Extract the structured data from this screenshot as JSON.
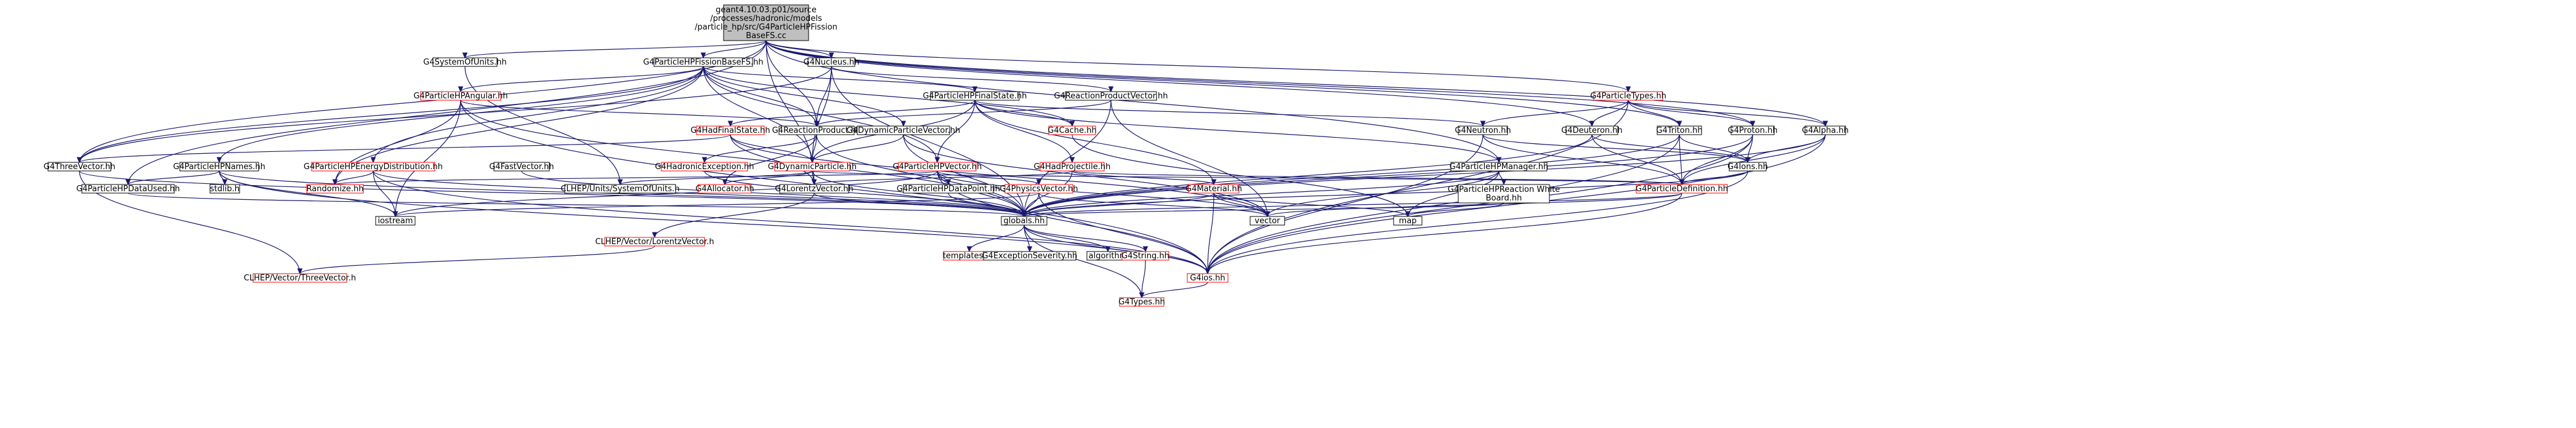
{
  "diagram": {
    "root": {
      "id": "root",
      "lines": [
        "geant4.10.03.p01/source",
        "/processes/hadronic/models",
        "/particle_hp/src/G4ParticleHPFission",
        "BaseFS.cc"
      ]
    },
    "nodes": [
      {
        "id": "G4SystemOfUnits",
        "label": "G4SystemOfUnits.hh",
        "red": false
      },
      {
        "id": "G4ParticleHPFissionBaseFS",
        "label": "G4ParticleHPFissionBaseFS.hh",
        "red": false
      },
      {
        "id": "G4Nucleus",
        "label": "G4Nucleus.hh",
        "red": false
      },
      {
        "id": "G4ParticleHPAngular",
        "label": "G4ParticleHPAngular.hh",
        "red": true
      },
      {
        "id": "G4ParticleHPFinalState",
        "label": "G4ParticleHPFinalState.hh",
        "red": false
      },
      {
        "id": "G4ReactionProductVector",
        "label": "G4ReactionProductVector.hh",
        "red": false
      },
      {
        "id": "G4ParticleTypes",
        "label": "G4ParticleTypes.hh",
        "red": true
      },
      {
        "id": "G4HadFinalState",
        "label": "G4HadFinalState.hh",
        "red": true
      },
      {
        "id": "G4ReactionProduct",
        "label": "G4ReactionProduct.hh",
        "red": false
      },
      {
        "id": "G4DynamicParticleVector",
        "label": "G4DynamicParticleVector.hh",
        "red": false
      },
      {
        "id": "G4Cache",
        "label": "G4Cache.hh",
        "red": true
      },
      {
        "id": "G4Neutron",
        "label": "G4Neutron.hh",
        "red": false
      },
      {
        "id": "G4Deuteron",
        "label": "G4Deuteron.hh",
        "red": false
      },
      {
        "id": "G4Triton",
        "label": "G4Triton.hh",
        "red": false
      },
      {
        "id": "G4Proton",
        "label": "G4Proton.hh",
        "red": false
      },
      {
        "id": "G4Alpha",
        "label": "G4Alpha.hh",
        "red": false
      },
      {
        "id": "G4ThreeVector",
        "label": "G4ThreeVector.hh",
        "red": false
      },
      {
        "id": "G4ParticleHPNames",
        "label": "G4ParticleHPNames.hh",
        "red": false
      },
      {
        "id": "G4ParticleHPEnergyDistribution",
        "label": "G4ParticleHPEnergyDistribution.hh",
        "red": true
      },
      {
        "id": "G4FastVector",
        "label": "G4FastVector.hh",
        "red": false
      },
      {
        "id": "G4HadronicException",
        "label": "G4HadronicException.hh",
        "red": true
      },
      {
        "id": "G4DynamicParticle",
        "label": "G4DynamicParticle.hh",
        "red": true
      },
      {
        "id": "G4ParticleHPVector",
        "label": "G4ParticleHPVector.hh",
        "red": true
      },
      {
        "id": "G4HadProjectile",
        "label": "G4HadProjectile.hh",
        "red": true
      },
      {
        "id": "G4Ions",
        "label": "G4Ions.hh",
        "red": false
      },
      {
        "id": "G4ParticleHPManager",
        "label": "G4ParticleHPManager.hh",
        "red": false
      },
      {
        "id": "G4ParticleHPDataUsed",
        "label": "G4ParticleHPDataUsed.hh",
        "red": false
      },
      {
        "id": "stdlib",
        "label": "stdlib.h",
        "red": false
      },
      {
        "id": "Randomize",
        "label": "Randomize.hh",
        "red": true
      },
      {
        "id": "CLHEPUnits",
        "label": "CLHEP/Units/SystemOfUnits.h",
        "red": false
      },
      {
        "id": "G4Allocator",
        "label": "G4Allocator.hh",
        "red": true
      },
      {
        "id": "G4LorentzVector",
        "label": "G4LorentzVector.hh",
        "red": false
      },
      {
        "id": "G4ParticleHPDataPoint",
        "label": "G4ParticleHPDataPoint.hh",
        "red": false
      },
      {
        "id": "G4PhysicsVector",
        "label": "G4PhysicsVector.hh",
        "red": true
      },
      {
        "id": "G4Material",
        "label": "G4Material.hh",
        "red": true
      },
      {
        "id": "G4ParticleHPReactionWhiteBoard",
        "lines": [
          "G4ParticleHPReaction White",
          "Board.hh"
        ],
        "red": false
      },
      {
        "id": "G4ParticleDefinition",
        "label": "G4ParticleDefinition.hh",
        "red": true
      },
      {
        "id": "iostream",
        "label": "iostream",
        "red": false
      },
      {
        "id": "globals",
        "label": "globals.hh",
        "red": false
      },
      {
        "id": "vector",
        "label": "vector",
        "red": false
      },
      {
        "id": "map",
        "label": "map",
        "red": false
      },
      {
        "id": "CLHEPLorentz",
        "label": "CLHEP/Vector/LorentzVector.h",
        "red": true
      },
      {
        "id": "CLHEPThree",
        "label": "CLHEP/Vector/ThreeVector.h",
        "red": true
      },
      {
        "id": "templates",
        "label": "templates.hh",
        "red": true
      },
      {
        "id": "G4ExceptionSeverity",
        "label": "G4ExceptionSeverity.hh",
        "red": false
      },
      {
        "id": "algorithm",
        "label": "algorithm",
        "red": false
      },
      {
        "id": "G4String",
        "label": "G4String.hh",
        "red": true
      },
      {
        "id": "G4ios",
        "label": "G4ios.hh",
        "red": true
      },
      {
        "id": "G4Types",
        "label": "G4Types.hh",
        "red": true
      }
    ],
    "edges": [
      [
        "root",
        "G4SystemOfUnits"
      ],
      [
        "root",
        "G4ParticleHPFissionBaseFS"
      ],
      [
        "root",
        "G4Nucleus"
      ],
      [
        "root",
        "G4ReactionProduct"
      ],
      [
        "root",
        "G4ParticleTypes"
      ],
      [
        "root",
        "G4Deuteron"
      ],
      [
        "root",
        "G4Triton"
      ],
      [
        "root",
        "G4Proton"
      ],
      [
        "root",
        "G4Alpha"
      ],
      [
        "root",
        "G4ThreeVector"
      ],
      [
        "root",
        "G4ParticleHPDataUsed"
      ],
      [
        "root",
        "G4LorentzVector"
      ],
      [
        "root",
        "G4ParticleHPManager"
      ],
      [
        "G4SystemOfUnits",
        "CLHEPUnits"
      ],
      [
        "G4ParticleHPFissionBaseFS",
        "G4ParticleHPAngular"
      ],
      [
        "G4ParticleHPFissionBaseFS",
        "G4ParticleHPFinalState"
      ],
      [
        "G4ParticleHPFissionBaseFS",
        "G4ReactionProduct"
      ],
      [
        "G4ParticleHPFissionBaseFS",
        "G4ParticleHPNames"
      ],
      [
        "G4ParticleHPFissionBaseFS",
        "G4ParticleHPEnergyDistribution"
      ],
      [
        "G4ParticleHPFissionBaseFS",
        "G4DynamicParticleVector"
      ],
      [
        "G4ParticleHPFissionBaseFS",
        "G4ThreeVector"
      ],
      [
        "G4ParticleHPFissionBaseFS",
        "Randomize"
      ],
      [
        "G4ParticleHPFissionBaseFS",
        "G4Cache"
      ],
      [
        "G4ParticleHPFissionBaseFS",
        "G4ParticleHPVector"
      ],
      [
        "G4ParticleHPFissionBaseFS",
        "G4DynamicParticle"
      ],
      [
        "G4Nucleus",
        "G4ReactionProduct"
      ],
      [
        "G4Nucleus",
        "G4ReactionProductVector"
      ],
      [
        "G4Nucleus",
        "G4DynamicParticle"
      ],
      [
        "G4Nucleus",
        "globals"
      ],
      [
        "G4Nucleus",
        "G4ThreeVector"
      ],
      [
        "G4ParticleHPAngular",
        "G4ReactionProduct"
      ],
      [
        "G4ParticleHPAngular",
        "iostream"
      ],
      [
        "G4ParticleHPAngular",
        "Randomize"
      ],
      [
        "G4ParticleHPAngular",
        "G4ios"
      ],
      [
        "G4ParticleHPAngular",
        "globals"
      ],
      [
        "G4ParticleHPFinalState",
        "G4HadFinalState"
      ],
      [
        "G4ParticleHPFinalState",
        "G4Cache"
      ],
      [
        "G4ParticleHPFinalState",
        "G4ParticleHPVector"
      ],
      [
        "G4ParticleHPFinalState",
        "G4HadProjectile"
      ],
      [
        "G4ParticleHPFinalState",
        "G4ParticleHPManager"
      ],
      [
        "G4ParticleHPFinalState",
        "G4Neutron"
      ],
      [
        "G4ParticleHPFinalState",
        "G4DynamicParticle"
      ],
      [
        "G4ParticleHPFinalState",
        "G4Material"
      ],
      [
        "G4ReactionProductVector",
        "G4ReactionProduct"
      ],
      [
        "G4ReactionProductVector",
        "vector"
      ],
      [
        "G4ReactionProductVector",
        "globals"
      ],
      [
        "G4ParticleTypes",
        "G4Neutron"
      ],
      [
        "G4ParticleTypes",
        "G4Deuteron"
      ],
      [
        "G4ParticleTypes",
        "G4Triton"
      ],
      [
        "G4ParticleTypes",
        "G4Proton"
      ],
      [
        "G4ParticleTypes",
        "G4Alpha"
      ],
      [
        "G4ParticleTypes",
        "G4ios"
      ],
      [
        "G4HadFinalState",
        "G4DynamicParticle"
      ],
      [
        "G4HadFinalState",
        "G4ThreeVector"
      ],
      [
        "G4HadFinalState",
        "G4LorentzVector"
      ],
      [
        "G4HadFinalState",
        "vector"
      ],
      [
        "G4ReactionProduct",
        "G4DynamicParticle"
      ],
      [
        "G4ReactionProduct",
        "G4HadronicException"
      ],
      [
        "G4ReactionProduct",
        "G4Allocator"
      ],
      [
        "G4ReactionProduct",
        "globals"
      ],
      [
        "G4DynamicParticleVector",
        "G4DynamicParticle"
      ],
      [
        "G4DynamicParticleVector",
        "globals"
      ],
      [
        "G4DynamicParticleVector",
        "vector"
      ],
      [
        "G4Cache",
        "map"
      ],
      [
        "G4Neutron",
        "G4Ions"
      ],
      [
        "G4Neutron",
        "G4ParticleDefinition"
      ],
      [
        "G4Neutron",
        "G4ios"
      ],
      [
        "G4Deuteron",
        "G4Ions"
      ],
      [
        "G4Deuteron",
        "G4ParticleDefinition"
      ],
      [
        "G4Deuteron",
        "globals"
      ],
      [
        "G4Triton",
        "G4Ions"
      ],
      [
        "G4Triton",
        "G4ParticleDefinition"
      ],
      [
        "G4Triton",
        "globals"
      ],
      [
        "G4Triton",
        "G4ios"
      ],
      [
        "G4Proton",
        "G4Ions"
      ],
      [
        "G4Proton",
        "G4ParticleDefinition"
      ],
      [
        "G4Proton",
        "globals"
      ],
      [
        "G4Proton",
        "G4ios"
      ],
      [
        "G4Alpha",
        "G4Ions"
      ],
      [
        "G4Alpha",
        "G4ParticleDefinition"
      ],
      [
        "G4Alpha",
        "globals"
      ],
      [
        "G4Alpha",
        "G4ios"
      ],
      [
        "G4ThreeVector",
        "CLHEPThree"
      ],
      [
        "G4ThreeVector",
        "globals"
      ],
      [
        "G4ParticleHPNames",
        "G4ParticleHPDataUsed"
      ],
      [
        "G4ParticleHPNames",
        "stdlib"
      ],
      [
        "G4ParticleHPNames",
        "iostream"
      ],
      [
        "G4ParticleHPNames",
        "globals"
      ],
      [
        "G4ParticleHPNames",
        "G4ios"
      ],
      [
        "G4ParticleHPEnergyDistribution",
        "Randomize"
      ],
      [
        "G4ParticleHPEnergyDistribution",
        "iostream"
      ],
      [
        "G4ParticleHPEnergyDistribution",
        "globals"
      ],
      [
        "G4ParticleHPEnergyDistribution",
        "G4ios"
      ],
      [
        "G4FastVector",
        "globals"
      ],
      [
        "G4HadronicException",
        "globals"
      ],
      [
        "G4DynamicParticle",
        "G4Allocator"
      ],
      [
        "G4DynamicParticle",
        "G4LorentzVector"
      ],
      [
        "G4DynamicParticle",
        "globals"
      ],
      [
        "G4DynamicParticle",
        "G4ParticleDefinition"
      ],
      [
        "G4DynamicParticle",
        "CLHEPUnits"
      ],
      [
        "G4ParticleHPVector",
        "G4ParticleHPDataPoint"
      ],
      [
        "G4ParticleHPVector",
        "G4PhysicsVector"
      ],
      [
        "G4ParticleHPVector",
        "Randomize"
      ],
      [
        "G4ParticleHPVector",
        "iostream"
      ],
      [
        "G4ParticleHPVector",
        "globals"
      ],
      [
        "G4ParticleHPVector",
        "vector"
      ],
      [
        "G4ParticleHPVector",
        "G4ios"
      ],
      [
        "G4HadProjectile",
        "G4Material"
      ],
      [
        "G4HadProjectile",
        "G4LorentzVector"
      ],
      [
        "G4HadProjectile",
        "globals"
      ],
      [
        "G4HadProjectile",
        "G4ParticleDefinition"
      ],
      [
        "G4Ions",
        "G4ParticleDefinition"
      ],
      [
        "G4Ions",
        "globals"
      ],
      [
        "G4Ions",
        "G4ios"
      ],
      [
        "G4ParticleHPManager",
        "G4ParticleHPReactionWhiteBoard"
      ],
      [
        "G4ParticleHPManager",
        "globals"
      ],
      [
        "G4ParticleHPManager",
        "vector"
      ],
      [
        "G4ParticleHPManager",
        "map"
      ],
      [
        "G4ParticleHPDataUsed",
        "globals"
      ],
      [
        "G4LorentzVector",
        "CLHEPLorentz"
      ],
      [
        "G4LorentzVector",
        "globals"
      ],
      [
        "G4ParticleHPDataPoint",
        "globals"
      ],
      [
        "G4PhysicsVector",
        "iostream"
      ],
      [
        "G4PhysicsVector",
        "globals"
      ],
      [
        "G4PhysicsVector",
        "G4ios"
      ],
      [
        "G4PhysicsVector",
        "vector"
      ],
      [
        "G4Material",
        "globals"
      ],
      [
        "G4Material",
        "G4ios"
      ],
      [
        "G4Material",
        "vector"
      ],
      [
        "G4Material",
        "map"
      ],
      [
        "G4ParticleHPReactionWhiteBoard",
        "globals"
      ],
      [
        "G4ParticleHPReactionWhiteBoard",
        "map"
      ],
      [
        "G4ParticleDefinition",
        "globals"
      ],
      [
        "G4ParticleDefinition",
        "G4ios"
      ],
      [
        "G4ParticleDefinition",
        "vector"
      ],
      [
        "globals",
        "G4ios"
      ],
      [
        "globals",
        "templates"
      ],
      [
        "globals",
        "G4ExceptionSeverity"
      ],
      [
        "globals",
        "algorithm"
      ],
      [
        "globals",
        "G4String"
      ],
      [
        "globals",
        "G4Types"
      ],
      [
        "CLHEPLorentz",
        "CLHEPThree"
      ],
      [
        "G4String",
        "G4Types"
      ],
      [
        "G4ios",
        "G4Types"
      ]
    ],
    "colors": {
      "edge": "#191970",
      "root_fill": "#bfbfbf",
      "red_border": "#ff0000",
      "black_border": "#000000"
    }
  }
}
